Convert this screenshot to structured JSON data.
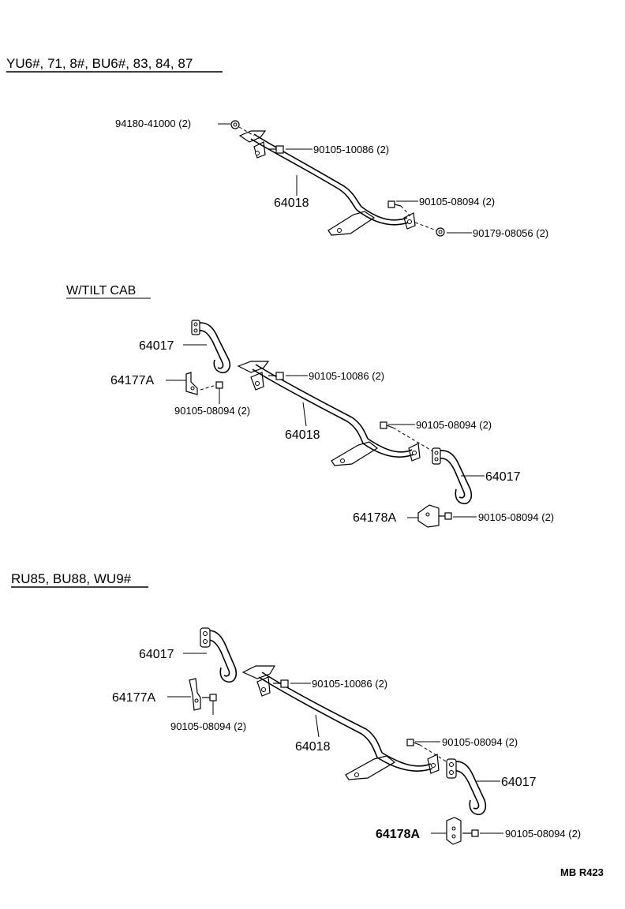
{
  "sections": {
    "s1": {
      "heading": "YU6#, 71, 8#, BU6#, 83, 84, 87"
    },
    "s2": {
      "heading": "W/TILT CAB"
    },
    "s3": {
      "heading": "RU85, BU88, WU9#"
    }
  },
  "labels": {
    "s1": {
      "nut_top": "94180-41000 (2)",
      "bolt_top": "90105-10086 (2)",
      "support": "64018",
      "bolt_mid": "90105-08094 (2)",
      "nut_bottom": "90179-08056 (2)"
    },
    "s2": {
      "hook_left": "64017",
      "bracket_left": "64177A",
      "bolt_bracket_left": "90105-08094 (2)",
      "bolt_top": "90105-10086 (2)",
      "support": "64018",
      "bolt_mid": "90105-08094 (2)",
      "hook_right": "64017",
      "bracket_right": "64178A",
      "bolt_bracket_right": "90105-08094 (2)"
    },
    "s3": {
      "hook_left": "64017",
      "bracket_left": "64177A",
      "bolt_bracket_left": "90105-08094 (2)",
      "bolt_top": "90105-10086 (2)",
      "support": "64018",
      "bolt_mid": "90105-08094 (2)",
      "hook_right": "64017",
      "bracket_right": "64178A",
      "bolt_bracket_right": "90105-08094 (2)"
    }
  },
  "reference_code": "MB R423"
}
